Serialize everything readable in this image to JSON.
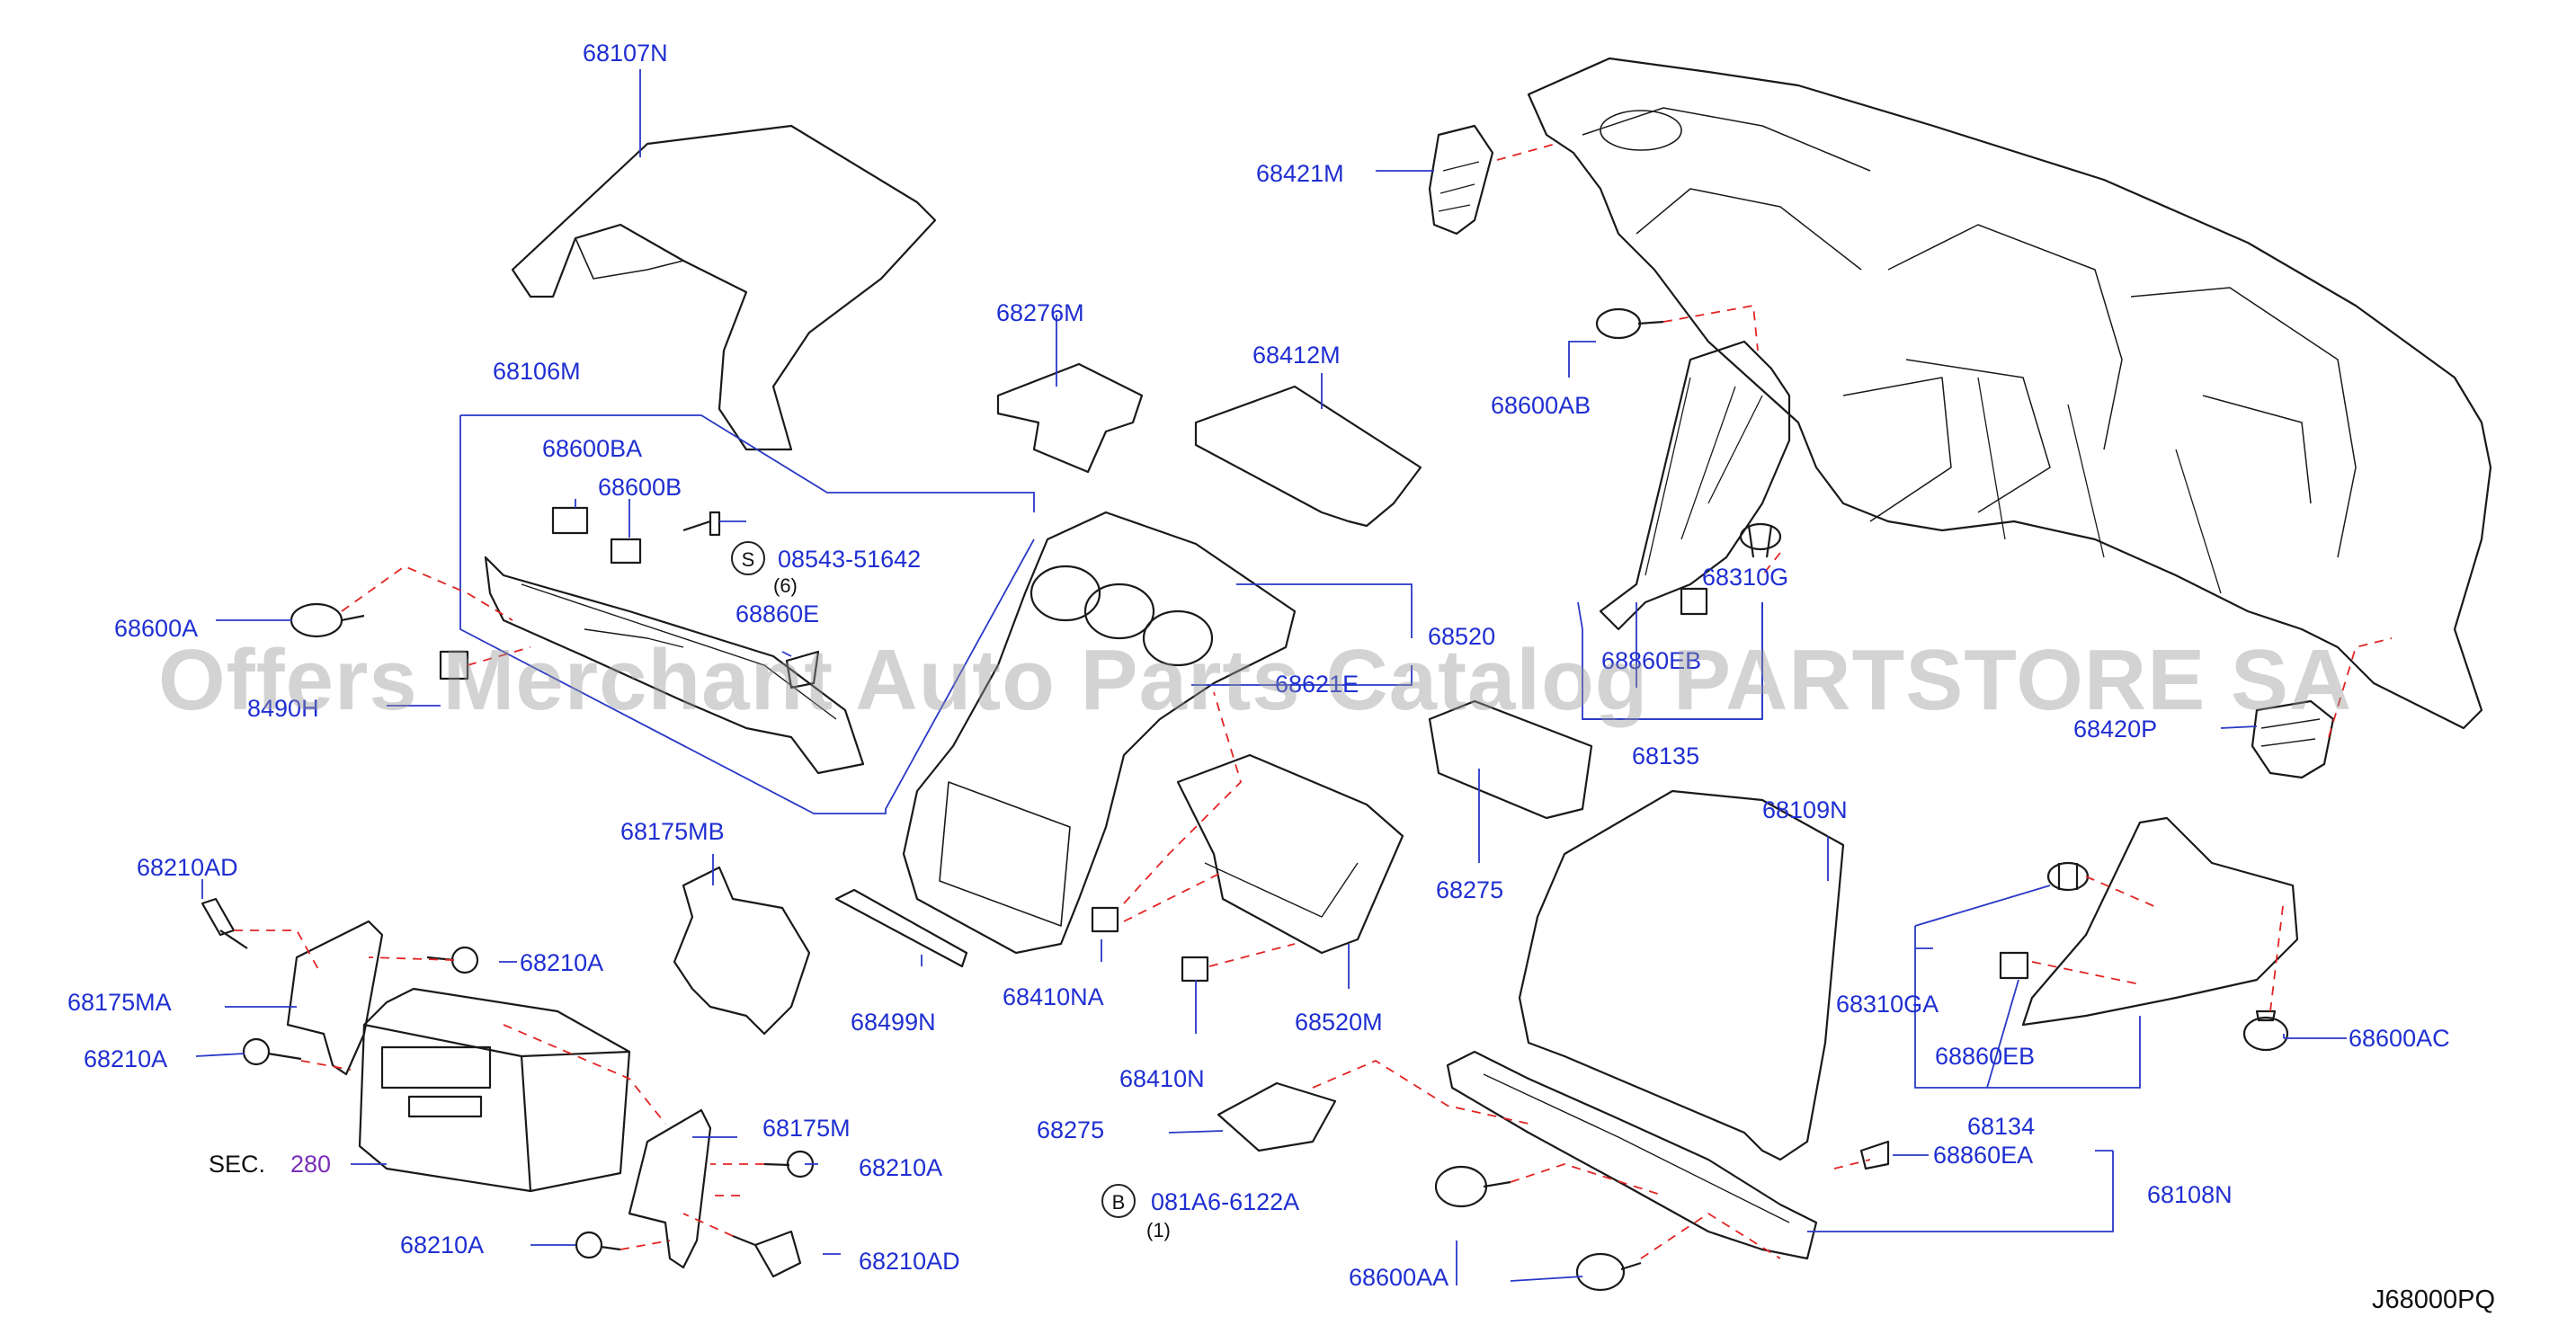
{
  "diagram": {
    "code": "J68000PQ",
    "watermark": "Offers Merchant Auto Parts Catalog PARTSTORE SA",
    "sec_prefix": "SEC.",
    "sec_number": "280",
    "parts": {
      "p68107N": "68107N",
      "p68106M": "68106M",
      "p68600BA": "68600BA",
      "p68600B": "68600B",
      "p08543": "08543-51642",
      "p08543_qty": "(6)",
      "p68600A": "68600A",
      "p68860E": "68860E",
      "p849": "8490H",
      "p68276M": "68276M",
      "p68412M": "68412M",
      "p68421M": "68421M",
      "p68600AB": "68600AB",
      "p68520": "68520",
      "p68310G": "68310G",
      "p68860EB_top": "68860EB",
      "p68621E": "68621E",
      "p68420P": "68420P",
      "p68135": "68135",
      "p68109N": "68109N",
      "p68175MB": "68175MB",
      "p68210AD_top": "68210AD",
      "p68210A_top": "68210A",
      "p68175MA": "68175MA",
      "p68210A_mid": "68210A",
      "p68175M": "68175M",
      "p68210A_right": "68210A",
      "p68210A_bottom": "68210A",
      "p68210AD_bottom": "68210AD",
      "p68499N": "68499N",
      "p68410NA": "68410NA",
      "p68520M": "68520M",
      "p68275_mid": "68275",
      "p68410N": "68410N",
      "p68275_bottom": "68275",
      "p081A6": "081A6-6122A",
      "p081A6_qty": "(1)",
      "p68600AA": "68600AA",
      "p68310GA": "68310GA",
      "p68860EB": "68860EB",
      "p68134": "68134",
      "p68600AC": "68600AC",
      "p68860EA": "68860EA",
      "p68108N": "68108N",
      "s_letter": "S",
      "b_letter": "B"
    }
  }
}
